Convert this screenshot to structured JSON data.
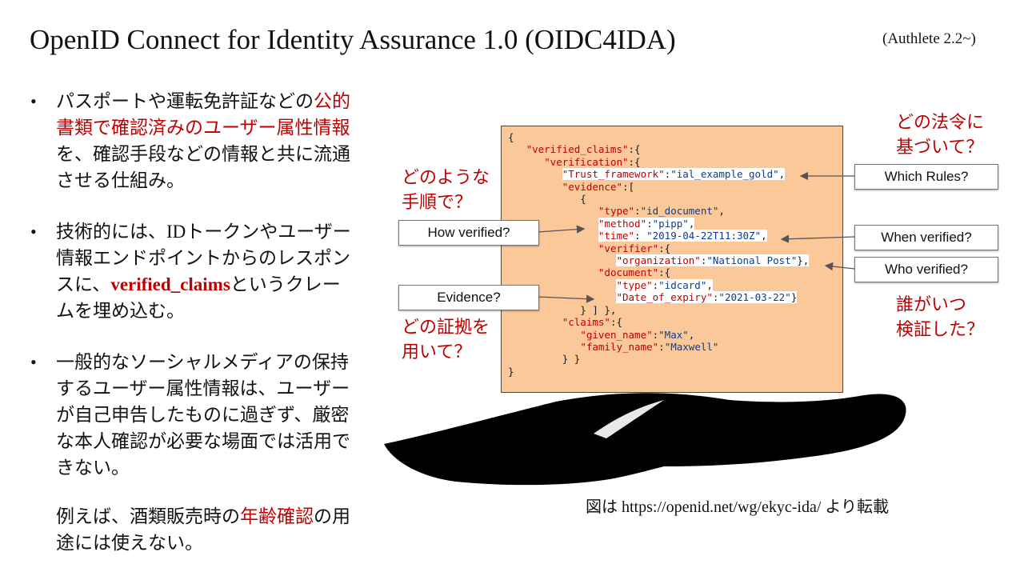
{
  "title": "OpenID Connect for Identity Assurance 1.0 (OIDC4IDA)",
  "version_note": "(Authlete 2.2~)",
  "bullets": {
    "b1": {
      "t1": "パスポートや運転免許証などの",
      "t2_red": "公的書類で確認済みのユーザー属性情報",
      "t3": "を、確認手段などの情報と共に流通させる仕組み。"
    },
    "b2": {
      "t1": "技術的には、IDトークンやユーザー情報エンドポイントからのレスポンスに、",
      "t2_red": "verified_claims",
      "t3": "というクレームを埋め込む。"
    },
    "b3": {
      "t1": "一般的なソーシャルメディアの保持するユーザー属性情報は、ユーザーが自己申告したものに過ぎず、厳密な本人確認が必要な場面では活用できない。",
      "p1": "例えば、酒類販売時の",
      "p2_red": "年齢確認",
      "p3": "の用途には使えない。"
    }
  },
  "figure": {
    "code": {
      "l1": "{",
      "verified_claims": "\"verified_claims\"",
      "verification": "\"verification\"",
      "trust_framework": "\"Trust_framework\"",
      "trust_framework_value": "\"ial_example_gold\"",
      "evidence": "\"evidence\"",
      "type": "\"type\"",
      "type_value": "\"id_document\"",
      "method": "\"method\"",
      "method_value": "\"pipp\"",
      "time": "\"time\"",
      "time_value": "\"2019-04-22T11:30Z\"",
      "verifier": "\"verifier\"",
      "organization": "\"organization\"",
      "organization_value": "\"National Post\"",
      "document": "\"document\"",
      "doc_type_value": "\"idcard\"",
      "date_of_expiry": "\"Date_of_expiry\"",
      "date_of_expiry_value": "\"2021-03-22\"",
      "claims": "\"claims\"",
      "given_name": "\"given_name\"",
      "given_name_value": "\"Max\"",
      "family_name": "\"family_name\"",
      "family_name_value": "\"Maxwell\""
    },
    "boxes": {
      "which_rules": "Which Rules?",
      "how_verified": "How verified?",
      "when_verified": "When verified?",
      "who_verified": "Who verified?",
      "evidence": "Evidence?"
    },
    "questions": {
      "law_1": "どの法令に",
      "law_2": "基づいて？",
      "procedure_1": "どのような",
      "procedure_2": "手順で？",
      "who_when_1": "誰がいつ",
      "who_when_2": "検証した？",
      "evidence_1": "どの証拠を",
      "evidence_2": "用いて？"
    },
    "colors": {
      "sheet": "#fbc89a",
      "key": "#c00000",
      "value": "#0b3d91",
      "hand": "#000000"
    }
  },
  "credit": "図は https://openid.net/wg/ekyc-ida/ より転載"
}
